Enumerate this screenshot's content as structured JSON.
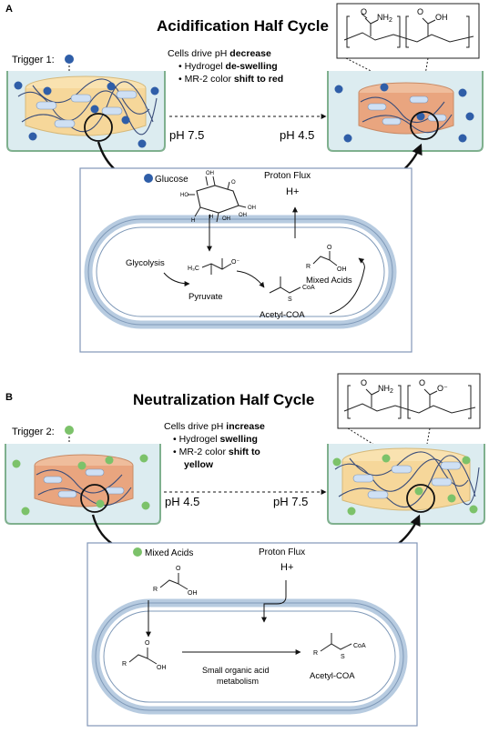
{
  "panel_a": {
    "letter": "A",
    "title": "Acidification Half Cycle",
    "trigger_label": "Trigger 1:",
    "drive_prefix": "Cells drive pH ",
    "drive_bold": "decrease",
    "bullet1_prefix": "• Hydrogel ",
    "bullet1_bold": "de-swelling",
    "bullet2_prefix": "• MR-2 color ",
    "bullet2_bold": "shift to red",
    "ph_left": "pH 7.5",
    "ph_right": "pH 4.5",
    "glucose_label": "Glucose",
    "proton_flux": "Proton Flux",
    "h_plus": "H+",
    "glycolysis": "Glycolysis",
    "pyruvate": "Pyruvate",
    "acetyl_coa": "Acetyl-COA",
    "mixed_acids": "Mixed Acids",
    "pyruvate_formula_ch3": "H₃C",
    "pyruvate_o_minus": "O⁻",
    "coa_s": "S",
    "coa_label": "CoA",
    "acid_r": "R",
    "acid_oh": "OH",
    "acid_o": "O",
    "polymer_nh2": "NH",
    "polymer_nh2_sub": "2",
    "polymer_o": "O",
    "polymer_oh": "OH",
    "glucose_atoms": [
      "OH",
      "O",
      "OH",
      "HO",
      "H",
      "OH",
      "H",
      "OH",
      "H",
      "H",
      "H",
      "OH"
    ]
  },
  "panel_b": {
    "letter": "B",
    "title": "Neutralization Half Cycle",
    "trigger_label": "Trigger 2:",
    "drive_prefix": "Cells drive pH ",
    "drive_bold": "increase",
    "bullet1_prefix": "• Hydrogel ",
    "bullet1_bold": "swelling",
    "bullet2_prefix": "• MR-2 color ",
    "bullet2_bold": "shift to",
    "bullet2_cont": "yellow",
    "ph_left": "pH 4.5",
    "ph_right": "pH 7.5",
    "mixed_acids": "Mixed Acids",
    "proton_flux": "Proton Flux",
    "h_plus": "H+",
    "metabolism_line1": "Small organic acid",
    "metabolism_line2": "metabolism",
    "acetyl_coa": "Acetyl-COA",
    "coa_s": "S",
    "coa_label": "CoA",
    "acid_r": "R",
    "acid_oh": "OH",
    "acid_o": "O",
    "polymer_nh2": "NH",
    "polymer_nh2_sub": "2",
    "polymer_o": "O",
    "polymer_o_minus": "O⁻"
  },
  "colors": {
    "blue_trigger": "#2f5ea8",
    "green_trigger": "#7cc26a",
    "gel_yellow": "#f6d79a",
    "gel_red": "#e9a57f",
    "dish_fill": "#dcecf0",
    "dish_stroke": "#7fb08e",
    "box_stroke": "#8196b8",
    "cell_ring": "#b7cbe0"
  }
}
